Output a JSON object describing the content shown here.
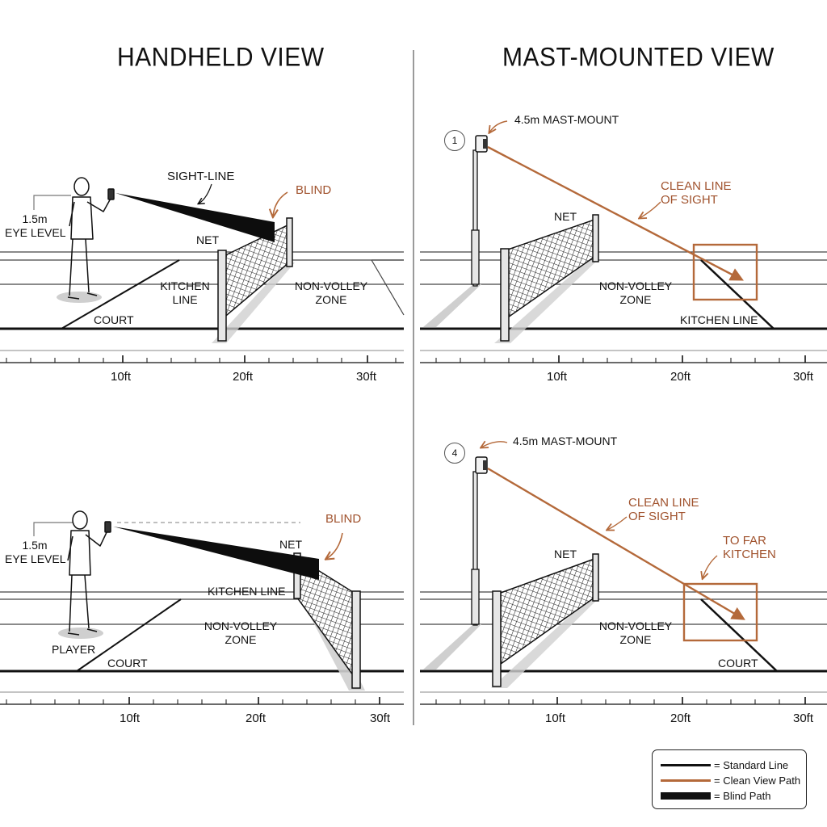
{
  "panels": {
    "handheld": {
      "title": "HANDHELD VIEW",
      "top": {
        "sight_line": "SIGHT-LINE",
        "blind": "BLIND",
        "eye_level": "1.5m\nEYE LEVEL",
        "net": "NET",
        "kitchen_line": "KITCHEN\nLINE",
        "non_volley_zone": "NON-VOLLEY\nZONE",
        "court": "COURT",
        "ticks": [
          "10ft",
          "20ft",
          "30ft"
        ]
      },
      "bottom": {
        "blind": "BLIND",
        "eye_level": "1.5m\nEYE LEVEL",
        "net": "NET",
        "kitchen_line": "KITCHEN LINE",
        "non_volley_zone": "NON-VOLLEY\nZONE",
        "player": "PLAYER",
        "court": "COURT",
        "ticks": [
          "10ft",
          "20ft",
          "30ft"
        ]
      }
    },
    "mast": {
      "title": "MAST-MOUNTED VIEW",
      "top": {
        "badge": "1",
        "mount_label": "4.5m MAST-MOUNT",
        "clean_line": "CLEAN LINE\nOF SIGHT",
        "net": "NET",
        "non_volley_zone": "NON-VOLLEY\nZONE",
        "kitchen_line": "KITCHEN LINE",
        "ticks": [
          "10ft",
          "20ft",
          "30ft"
        ]
      },
      "bottom": {
        "badge": "4",
        "mount_label": "4.5m MAST-MOUNT",
        "clean_line": "CLEAN LINE\nOF SIGHT",
        "far_kitchen": "TO FAR\nKITCHEN",
        "net": "NET",
        "non_volley_zone": "NON-VOLLEY\nZONE",
        "court": "COURT",
        "ticks": [
          "10ft",
          "20ft",
          "30ft"
        ]
      }
    }
  },
  "legend": {
    "items": [
      {
        "label": "= Standard Line",
        "color": "#111111",
        "style": "thin"
      },
      {
        "label": "= Clean View Path",
        "color": "#b4693a",
        "style": "thin"
      },
      {
        "label": "= Blind Path",
        "color": "#111111",
        "style": "thick"
      }
    ]
  },
  "colors": {
    "ink": "#111111",
    "accent": "#b4693a",
    "shadow": "#cfcfcf",
    "divider": "#9a9a9a"
  }
}
